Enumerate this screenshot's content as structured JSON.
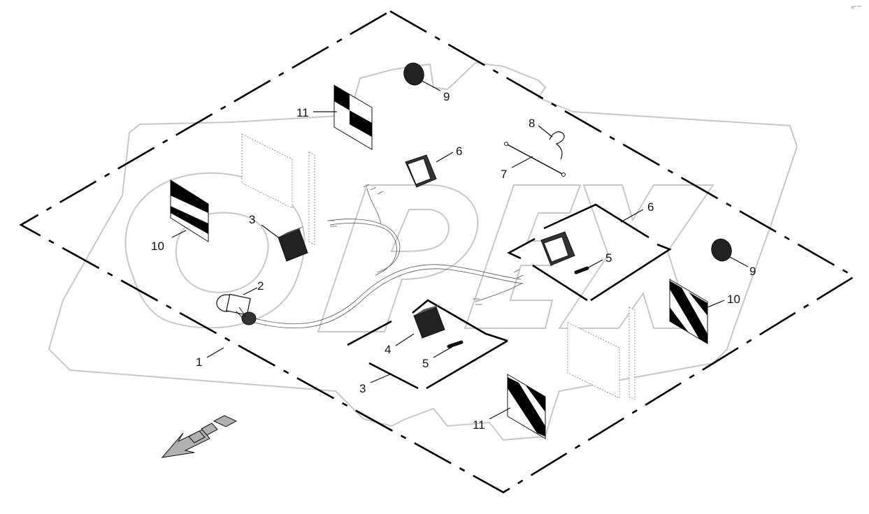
{
  "reference_code": "a°° °°°",
  "watermark_text": "OPEX",
  "callouts": {
    "c1": "1",
    "c2": "2",
    "c3a": "3",
    "c3b": "3",
    "c4": "4",
    "c5a": "5",
    "c5b": "5",
    "c6a": "6",
    "c6b": "6",
    "c7": "7",
    "c8": "8",
    "c9a": "9",
    "c9b": "9",
    "c10a": "10",
    "c10b": "10",
    "c11a": "11",
    "c11b": "11"
  },
  "colors": {
    "line": "#000000",
    "watermark": "#c8c8c8",
    "arrow_fill": "#b0b0b0"
  }
}
